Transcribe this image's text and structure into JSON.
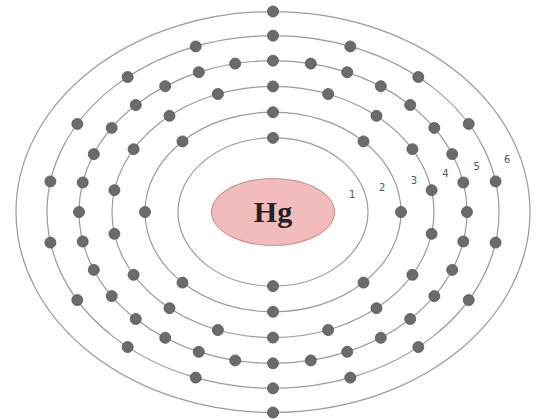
{
  "diagram": {
    "nodes": [
      {
        "text": [
          "Hg"
        ]
      }
    ],
    "labels": [
      "1",
      "2",
      "3",
      "4",
      "5",
      "6"
    ]
  }
}
